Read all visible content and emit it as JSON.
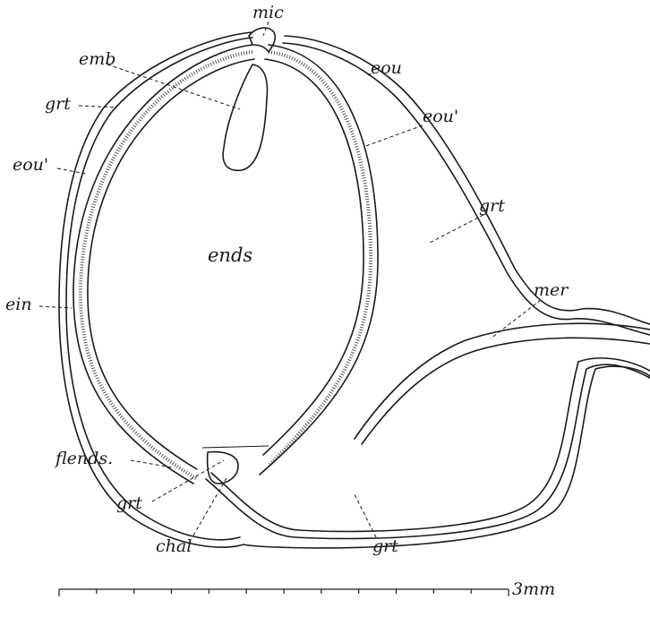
{
  "labels": {
    "mic": "mic",
    "emb": "emb",
    "grt_top": "grt",
    "eou_top_left": "eou'",
    "ein": "ein",
    "flends": "flends.",
    "grt_bottom_left": "grt",
    "chal": "chal",
    "grt_bottom": "grt",
    "eou": "eou",
    "eou_right": "eou'",
    "grt_right": "grt",
    "mer": "mer",
    "ends": "ends"
  },
  "scale_bar": {
    "label": "3mm"
  }
}
